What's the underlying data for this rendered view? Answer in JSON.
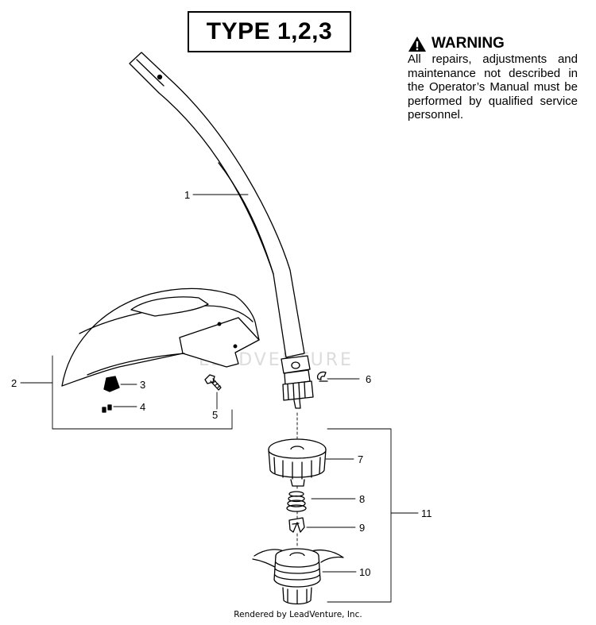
{
  "title": "TYPE 1,2,3",
  "warning": {
    "heading": "WARNING",
    "text": "All repairs, adjustments and maintenance not described in the Operator’s Manual must be performed by qualified service personnel."
  },
  "watermark": "LEADVENTURE",
  "footer": "Rendered by LeadVenture, Inc.",
  "callouts": [
    {
      "id": "1",
      "label": "1"
    },
    {
      "id": "2",
      "label": "2"
    },
    {
      "id": "3",
      "label": "3"
    },
    {
      "id": "4",
      "label": "4"
    },
    {
      "id": "5",
      "label": "5"
    },
    {
      "id": "6",
      "label": "6"
    },
    {
      "id": "7",
      "label": "7"
    },
    {
      "id": "8",
      "label": "8"
    },
    {
      "id": "9",
      "label": "9"
    },
    {
      "id": "10",
      "label": "10"
    },
    {
      "id": "11",
      "label": "11"
    }
  ]
}
